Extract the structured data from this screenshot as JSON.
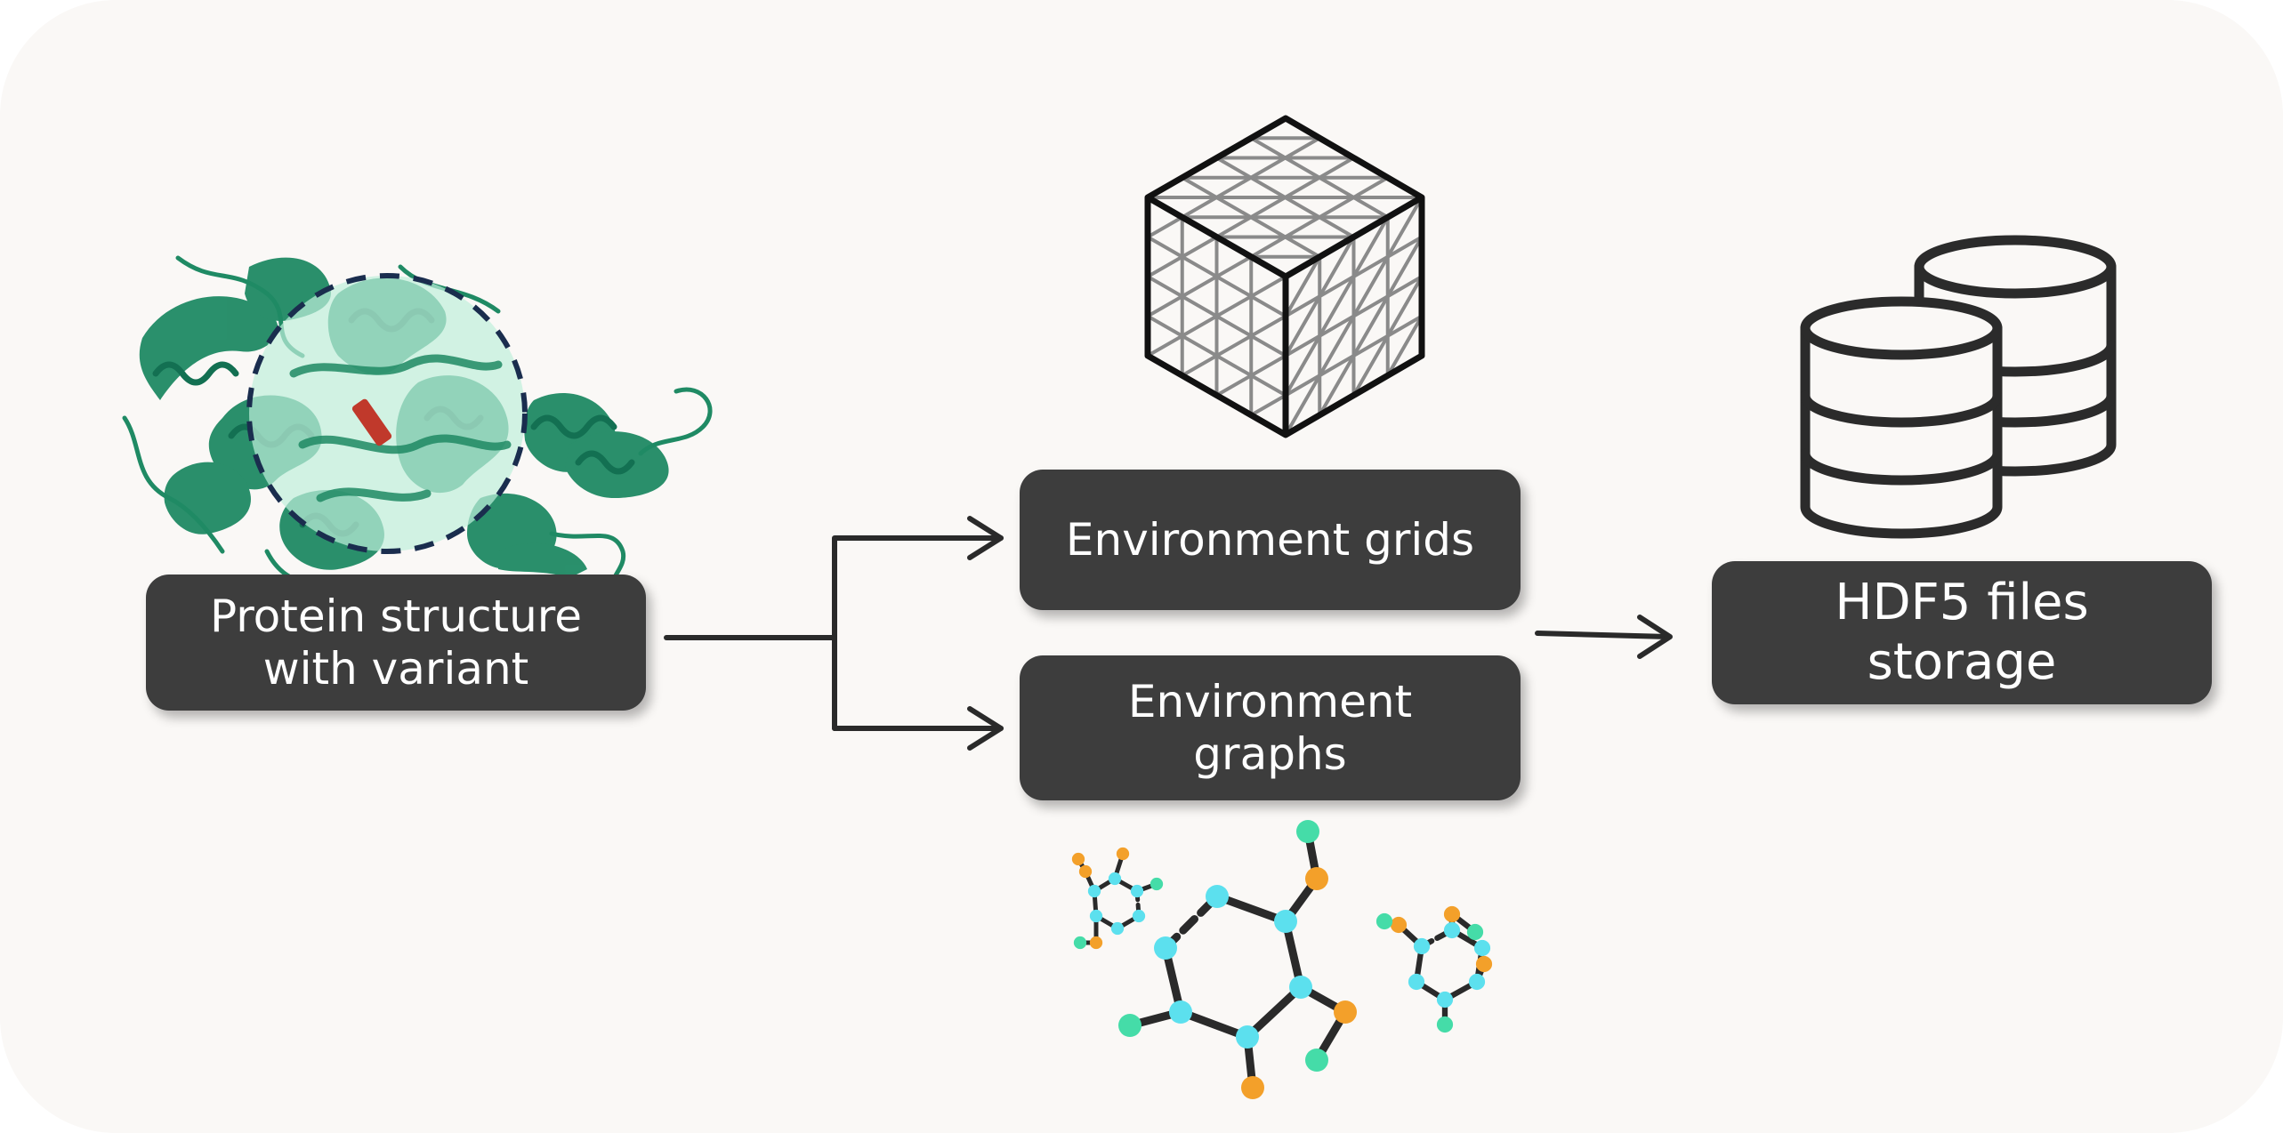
{
  "nodes": {
    "protein": {
      "label": "Protein structure\nwith variant"
    },
    "grids": {
      "label": "Environment grids"
    },
    "graphs": {
      "label": "Environment\ngraphs"
    },
    "storage": {
      "label": "HDF5 files\nstorage"
    }
  },
  "icons": {
    "protein": "protein-ribbon-structure",
    "grid": "voxel-grid-cube",
    "graph": "molecular-graph",
    "storage": "database-cylinders"
  },
  "colors": {
    "background": "#faf8f6",
    "box": "#3d3d3d",
    "box_text": "#ffffff",
    "protein_green": "#1f8a64",
    "variant_red": "#c0392b",
    "highlight": "#bff0dc",
    "highlight_ring": "#1a2d4e",
    "atom_cyan": "#5ce0ee",
    "atom_orange": "#f3a02a",
    "atom_green": "#45dca8",
    "line": "#222222"
  }
}
